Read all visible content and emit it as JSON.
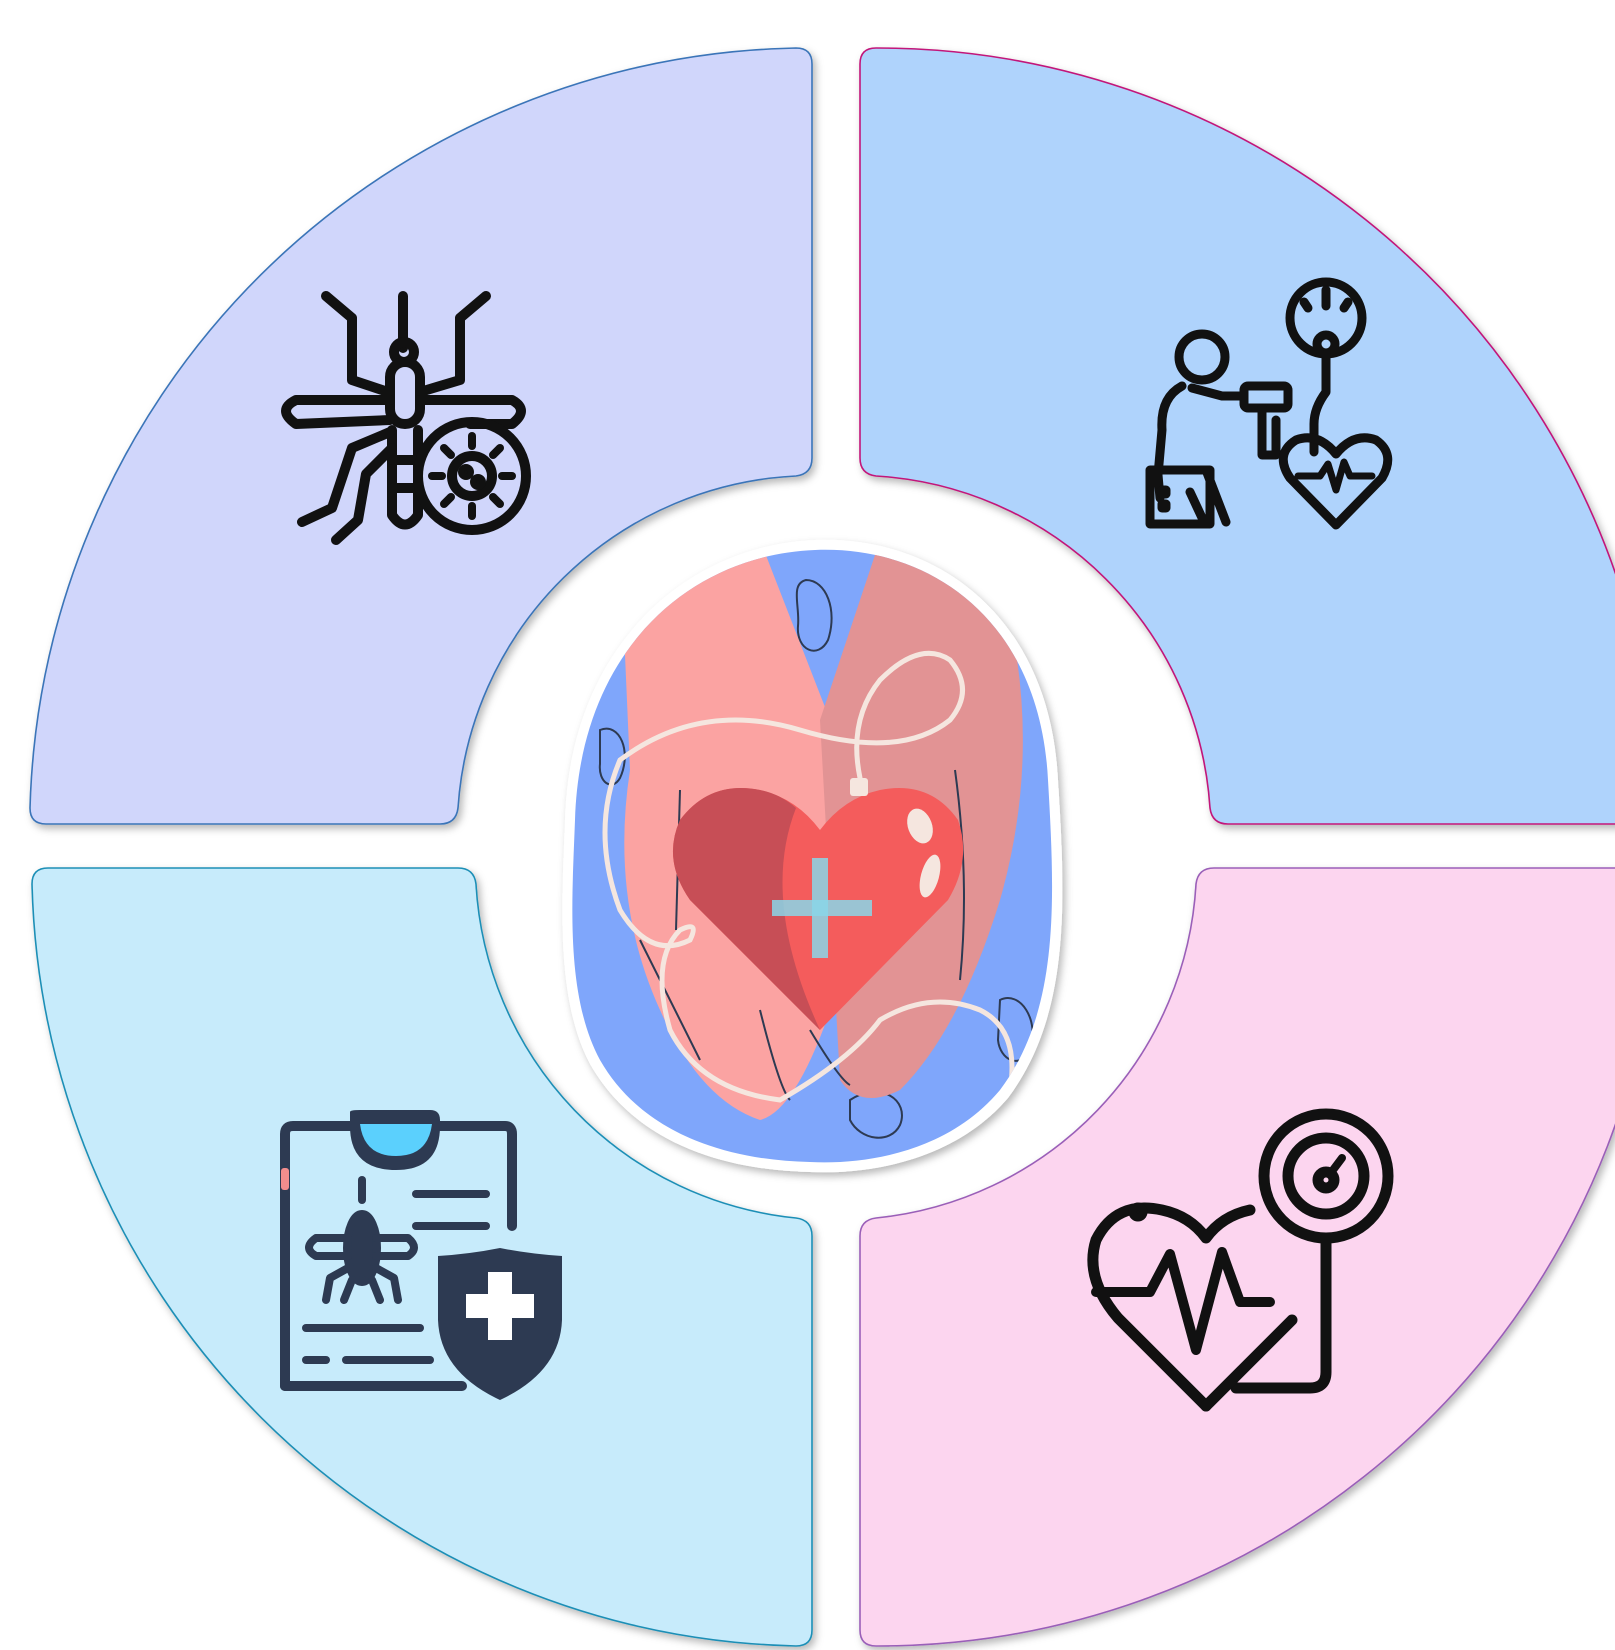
{
  "diagram": {
    "quadrants": [
      {
        "id": "top-left",
        "icon": "mosquito-virus-icon",
        "fill": "#d0d6fb",
        "stroke": "#3a74b8"
      },
      {
        "id": "top-right",
        "icon": "blood-pressure-check-icon",
        "fill": "#afd3fc",
        "stroke": "#c2167a"
      },
      {
        "id": "bottom-left",
        "icon": "malaria-report-shield-icon",
        "fill": "#c7ebfb",
        "stroke": "#1f8fb6"
      },
      {
        "id": "bottom-right",
        "icon": "heart-pressure-gauge-icon",
        "fill": "#fcd5ef",
        "stroke": "#9a5fb8"
      }
    ],
    "center": {
      "icon": "hands-holding-heart-blood-bag-icon",
      "background": "#7fa6fb",
      "heart": "#f25c5c"
    }
  }
}
